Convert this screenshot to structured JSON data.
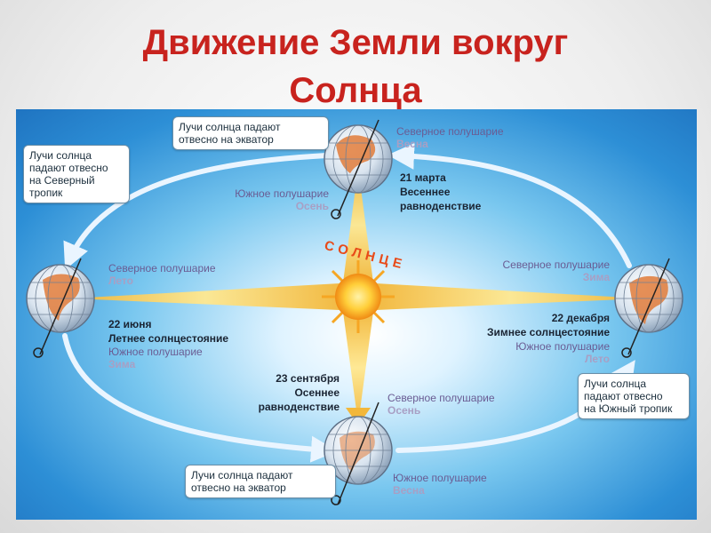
{
  "title": {
    "line1": "Движение Земли вокруг",
    "line2": "Солнца"
  },
  "sun": {
    "label": "СОЛНЦЕ"
  },
  "callouts": {
    "top": "Лучи солнца падают\nотвесно на экватор",
    "left": "Лучи солнца\nпадают отвесно\nна Северный\nтропик",
    "bottom": "Лучи солнца падают\nотвесно на экватор",
    "right": "Лучи солнца\nпадают отвесно\nна Южный тропик"
  },
  "positions": {
    "march": {
      "north_hemisphere": "Северное полушарие",
      "north_season": "Весна",
      "south_hemisphere": "Южное полушарие",
      "south_season": "Осень",
      "date": "21 марта",
      "event_line1": "Весеннее",
      "event_line2": "равноденствие"
    },
    "june": {
      "north_hemisphere": "Северное полушарие",
      "north_season": "Лето",
      "date": "22 июня",
      "event": "Летнее солнцестояние",
      "south_hemisphere": "Южное полушарие",
      "south_season": "Зима"
    },
    "december": {
      "north_hemisphere": "Северное полушарие",
      "north_season": "Зима",
      "date": "22 декабря",
      "event": "Зимнее солнцестояние",
      "south_hemisphere": "Южное полушарие",
      "south_season": "Лето"
    },
    "september": {
      "date": "23 сентября",
      "event_line1": "Осеннее",
      "event_line2": "равноденствие",
      "north_hemisphere": "Северное полушарие",
      "north_season": "Осень",
      "south_hemisphere": "Южное полушарие",
      "south_season": "Весна"
    }
  },
  "colors": {
    "title": "#c8231e",
    "sun_rays": "#f5c23a",
    "orbit": "#e8f4ff",
    "hemisphere_label": "#6a5c93",
    "season_label": "#a89fc4",
    "sun_label": "#e84a18"
  },
  "icons": [
    "sun-icon",
    "globe-icon",
    "orbit-arrow-icon",
    "axis-pin-icon"
  ]
}
